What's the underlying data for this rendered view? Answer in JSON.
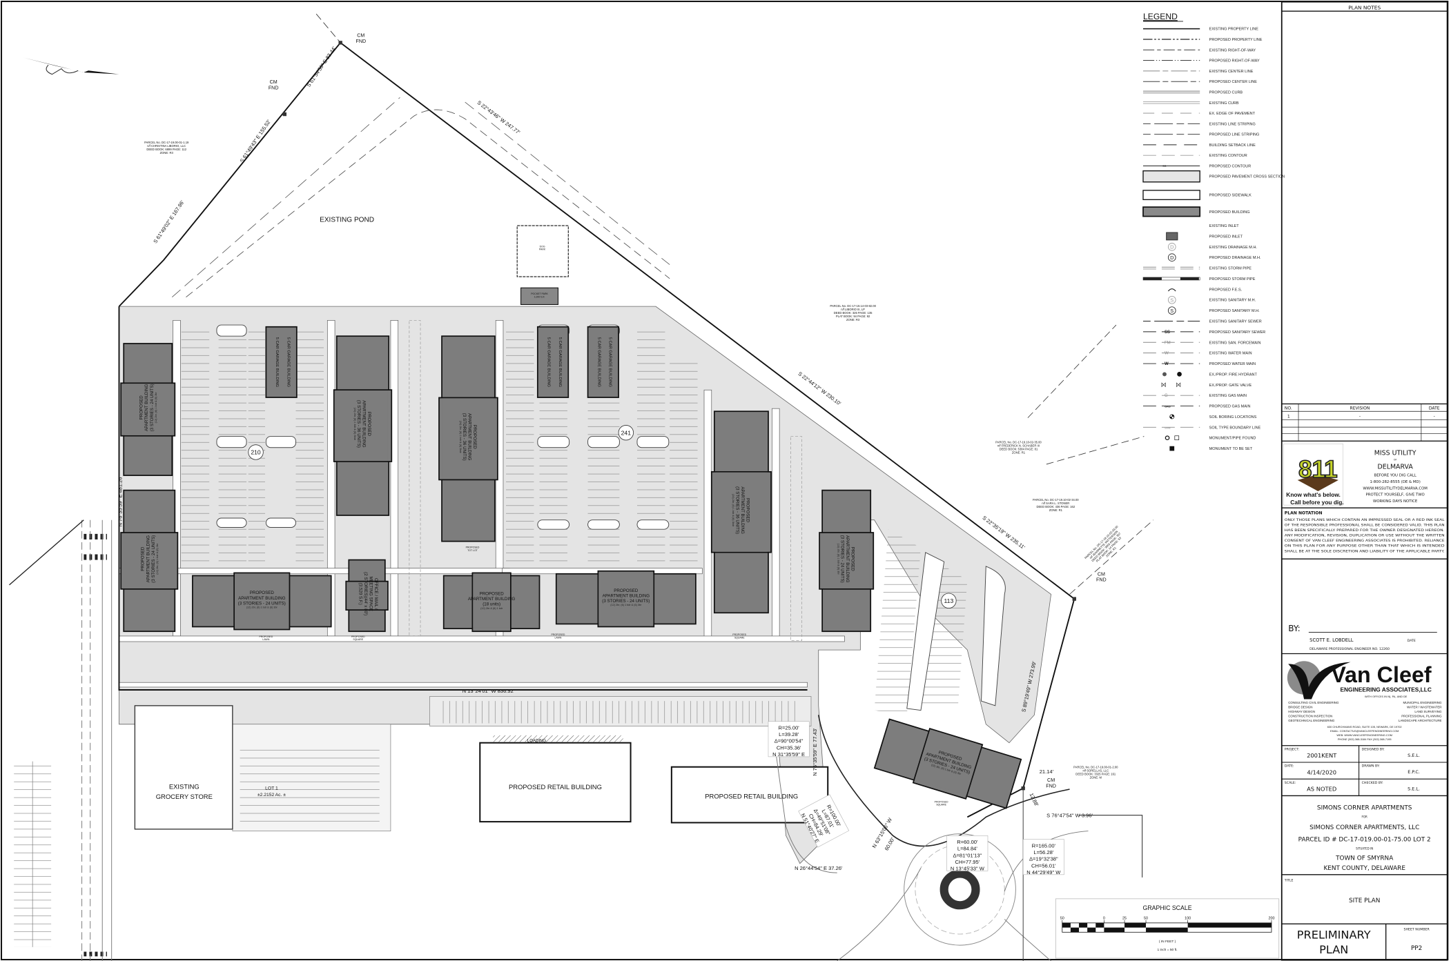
{
  "legend": {
    "title": "LEGEND",
    "items": [
      {
        "label": "EXISTING PROPERTY LINE",
        "symbol": "solid-thick"
      },
      {
        "label": "PROPOSED PROPERTY LINE",
        "symbol": "dash-dot-dot-thick"
      },
      {
        "label": "EXISTING RIGHT-OF-WAY",
        "symbol": "long-dash"
      },
      {
        "label": "PROPOSED RIGHT-OF-WAY",
        "symbol": "dash-dot-dot"
      },
      {
        "label": "EXISTING CENTER LINE",
        "symbol": "center-gray"
      },
      {
        "label": "PROPOSED CENTER LINE",
        "symbol": "center"
      },
      {
        "label": "PROPOSED CURB",
        "symbol": "double-gray"
      },
      {
        "label": "EXISTING CURB",
        "symbol": "double-light"
      },
      {
        "label": "EX. EDGE OF PAVEMENT",
        "symbol": "dash-gray"
      },
      {
        "label": "EXISTING LINE STRIPING",
        "symbol": "dash-dark"
      },
      {
        "label": "PROPOSED LINE STRIPING",
        "symbol": "dash-mid"
      },
      {
        "label": "BUILDING SETBACK LINE",
        "symbol": "dash-thin"
      },
      {
        "label": "EXISTING CONTOUR",
        "symbol": "contour-gray"
      },
      {
        "label": "PROPOSED CONTOUR",
        "symbol": "contour",
        "symbol_text": "66"
      },
      {
        "label": "PROPOSED PAVEMENT CROSS SECTION",
        "symbol": "box-light"
      },
      {
        "label": "PROPOSED SIDEWALK",
        "symbol": "box-sidewalk"
      },
      {
        "label": "PROPOSED BUILDING",
        "symbol": "box-dark"
      },
      {
        "label": "EXISTING INLET",
        "symbol": "none"
      },
      {
        "label": "PROPOSED INLET",
        "symbol": "inlet"
      },
      {
        "label": "EXISTING DRAINAGE M.H.",
        "symbol": "circle-letter-gray",
        "symbol_text": "D"
      },
      {
        "label": "PROPOSED DRAINAGE M.H.",
        "symbol": "circle-letter",
        "symbol_text": "D"
      },
      {
        "label": "EXISTING STORM PIPE",
        "symbol": "double-dash"
      },
      {
        "label": "PROPOSED STORM PIPE",
        "symbol": "storm-bar"
      },
      {
        "label": "PROPOSED F.E.S.",
        "symbol": "arc"
      },
      {
        "label": "EXISTING SANITARY M.H.",
        "symbol": "circle-letter-gray",
        "symbol_text": "S"
      },
      {
        "label": "PROPOSED SANITARY M.H.",
        "symbol": "circle-letter",
        "symbol_text": "S"
      },
      {
        "label": "EXISTING SANITARY SEWER",
        "symbol": "dash-dark"
      },
      {
        "label": "PROPOSED SANITARY SEWER",
        "symbol": "text-line",
        "symbol_text": "SS"
      },
      {
        "label": "EXISTING SAN. FORCEMAIN",
        "symbol": "text-line-gray",
        "symbol_text": "FM"
      },
      {
        "label": "EXISTING WATER MAIN",
        "symbol": "text-line-gray",
        "symbol_text": "W"
      },
      {
        "label": "PROPOSED WATER MAIN",
        "symbol": "text-line",
        "symbol_text": "W"
      },
      {
        "label": "EX./PROP. FIRE HYDRANT",
        "symbol": "hydrant"
      },
      {
        "label": "EX./PROP. GATE VALVE",
        "symbol": "gate-valve"
      },
      {
        "label": "EXISTING GAS MAIN",
        "symbol": "text-line-gray",
        "symbol_text": "G"
      },
      {
        "label": "PROPOSED GAS MAIN",
        "symbol": "text-line",
        "symbol_text": "GAS"
      },
      {
        "label": "SOIL BORING LOCATIONS",
        "symbol": "soil-boring"
      },
      {
        "label": "SOIL TYPE BOUNDARY LINE",
        "symbol": "text-line-gray",
        "symbol_text": "Soils"
      },
      {
        "label": "MONUMENT/PIPE FOUND",
        "symbol": "monument-found"
      },
      {
        "label": "MONUMENT TO BE SET",
        "symbol": "monument-set"
      }
    ]
  },
  "title_block": {
    "plan_notes": "PLAN NOTES",
    "revisions": {
      "headers": [
        "NO.",
        "REVISION",
        "DATE"
      ],
      "rows": [
        [
          "1",
          "-",
          "-"
        ]
      ]
    },
    "miss_utility": {
      "logo_number": "811",
      "logo_line1": "Know what's below.",
      "logo_line2": "Call before you dig.",
      "title": "MISS UTILITY",
      "of": "OF",
      "region": "DELMARVA",
      "lines": [
        "BEFORE YOU DIG CALL",
        "1-800-282-8555 (DE & MD)",
        "WWW.MISSUTILITYDELMARVA.COM",
        "PROTECT YOURSELF, GIVE TWO",
        "WORKING DAYS NOTICE"
      ]
    },
    "plan_notation": {
      "title": "PLAN NOTATION",
      "lines": [
        "ONLY THOSE PLANS WHICH CONTAIN AN IMPRESSED SEAL OR A RED INK SEAL",
        "OF THE RESPONSIBLE PROFESSIONAL SHALL BE CONSIDERED VALID. THIS PLAN",
        "HAS BEEN SPECIFICALLY PREPARED FOR THE OWNER DESIGNATED HEREON.",
        "ANY MODIFICATION, REVISION, DUPLICATION OR USE WITHOUT THE WRITTEN",
        "CONSENT OF VAN CLEEF ENGINEERING ASSOCIATES IS PROHIBITED. RELIANCE",
        "ON THIS PLAN FOR ANY PURPOSE OTHER THAN THAT WHICH IS INTENDED",
        "SHALL BE AT THE SOLE DISCRETION AND LIABILITY OF THE APPLICABLE PARTY."
      ]
    },
    "signature": {
      "by": "BY:",
      "name": "SCOTT E. LOBDELL",
      "date_label": "DATE",
      "license": "DELAWARE PROFESSIONAL ENGINEER NO. 12260"
    },
    "firm": {
      "name": "Van Cleef",
      "subtitle": "ENGINEERING ASSOCIATES,LLC",
      "offices": "WITH OFFICES IN NJ, PA, AND DE",
      "services_left": [
        "CONSULTING CIVIL ENGINEERING",
        "BRIDGE DESIGN",
        "HIGHWAY DESIGN",
        "CONSTRUCTION INSPECTION",
        "GEOTECHNICAL ENGINEERING"
      ],
      "services_right": [
        "MUNICIPAL ENGINEERING",
        "WATER / WASTEWATER",
        "LAND SURVEYING",
        "PROFESSIONAL PLANNING",
        "LANDSCAPE ARCHITECTURE"
      ],
      "address": [
        "630 CHURCHMANS ROAD, SUITE 105, NEWARK, DE 19702",
        "EMAIL: CONTACTUS@VANCLEEFENGINEERING.COM",
        "WEB: WWW.VANCLEEFENGINEERING.COM",
        "PHONE (302) 368-3184   FAX (302) 368-7195"
      ]
    },
    "project_fields": [
      {
        "label": "PROJECT:",
        "value": "2001KENT",
        "label2": "DESIGNED BY:",
        "value2": "S.E.L."
      },
      {
        "label": "DATE:",
        "value": "4/14/2020",
        "label2": "DRAWN BY:",
        "value2": "E.P.C."
      },
      {
        "label": "SCALE:",
        "value": "AS NOTED",
        "label2": "CHECKED BY:",
        "value2": "S.E.L."
      }
    ],
    "project": {
      "name": "SIMONS CORNER APARTMENTS",
      "for": "FOR",
      "owner": "SIMONS CORNER APARTMENTS, LLC",
      "parcel": "PARCEL ID # DC-17-019.00-01-75.00 LOT 2",
      "situated": "SITUATED IN",
      "town": "TOWN OF SMYRNA",
      "county": "KENT COUNTY, DELAWARE"
    },
    "title_label": "TITLE",
    "title": "SITE PLAN",
    "status_line1": "PRELIMINARY",
    "status_line2": "PLAN",
    "sheet_label": "SHEET NUMBER",
    "sheet": "PP2"
  },
  "plan": {
    "pond": "EXISTING POND",
    "dog_park": [
      "DOG",
      "PARK"
    ],
    "pocket_park": [
      "POCKET PARK",
      "1,000 S.F."
    ],
    "lots": [
      "210",
      "241",
      "113"
    ],
    "cm_fnd": [
      "CM",
      "FND"
    ],
    "buildings": [
      {
        "lines": [
          "PROPOSED",
          "APARTMENT BUILDING",
          "(3 STORIES - 24 UNITS)"
        ],
        "detail": "(12) 2br, (6) 1 bdr & (6) 3br"
      },
      {
        "lines": [
          "PROPOSED",
          "APARTMENT BUILDING",
          "(3 STORIES - 24 UNITS)"
        ],
        "detail": "(12) 2br, (6) 1 bdr & (6) 3br"
      },
      {
        "lines": [
          "PROPOSED",
          "APARTMENT BUILDING",
          "(3 STORIES - 36 UNITS)"
        ],
        "detail": "(24) 2br, (6) 1 bdr & (6) 3bdr"
      },
      {
        "lines": [
          "OFFICE / MAIL /",
          "MEETING SPACE",
          "(2 STORIES)(44' x 80')",
          "(3,520 S.F.)"
        ],
        "detail": ""
      },
      {
        "lines": [
          "PROPOSED",
          "APARTMENT BUILDING",
          "(3 STORIES - 24 UNITS)"
        ],
        "detail": "(12) 2br, (6) 1 bdr & (6) 3br"
      },
      {
        "lines": [
          "PROPOSED",
          "APARTMENT BUILDING",
          "(3 STORIES - 36 UNITS)"
        ],
        "detail": "(24) 2br, (6) 1 bdr & (6) 3bdr"
      },
      {
        "lines": [
          "PROPOSED",
          "APARTMENT BUILDING",
          "(18 units)"
        ],
        "detail": "(12) 2br & (6) 1 bdr"
      },
      {
        "lines": [
          "PROPOSED",
          "APARTMENT BUILDING",
          "(3 STORIES - 24 UNITS)"
        ],
        "detail": "(12) 2br, (6) 1 bdr & (6) 3br"
      },
      {
        "lines": [
          "PROPOSED",
          "APARTMENT BUILDING",
          "(3 STORIES - 36 UNITS)"
        ],
        "detail": "(24) 2br, (6) 1 bdr & (6) 3bdr"
      },
      {
        "lines": [
          "PROPOSED",
          "APARTMENT BUILDING",
          "(3 STORIES - 24 UNITS)"
        ],
        "detail": "(12) 2br, (6) 1 bdr & (6) 3br"
      },
      {
        "lines": [
          "PROPOSED",
          "APARTMENT BUILDING",
          "(3 STORIES - 24 UNITS)"
        ],
        "detail": "(12) 2br, (6) 1 bdr & (6) 3br"
      }
    ],
    "garage": [
      "5 CAR GARAGE BUILDING",
      "5 CAR GARAGE BUILDING"
    ],
    "retail": "PROPOSED RETAIL BUILDING",
    "loading": "LOADING",
    "grocery": [
      "EXISTING",
      "GROCERY STORE"
    ],
    "lot1": [
      "LOT 1",
      "±2.2152 Ac. ±"
    ],
    "lawn": [
      "PROPOSED",
      "LAWN"
    ],
    "square": [
      "PROPOSED",
      "SQUARE"
    ],
    "tot_lot": [
      "PROPOSED",
      "TOT LOT"
    ],
    "parcels": [
      [
        "PARCEL No. DC-17-19.00-01-1.19",
        "n/f CHRISTINA LIBORIO, LLC",
        "DEED BOOK: 6899 PAGE: 112",
        "ZONE: R3"
      ],
      [
        "PARCEL No. DC-17-19.14-03-82.00",
        "n/f LIBORIO III, LP",
        "DEED BOOK: 325 PAGE: 135",
        "PLAT BOOK: 94 PAGE: 92",
        "ZONE: R3"
      ],
      [
        "PARCEL No. DC-17-19.10-02-35.00",
        "n/f FREDERICK N. SCHABER III",
        "DEED BOOK: 5384 PAGE: 81",
        "ZONE: R1"
      ],
      [
        "PARCEL No. DC-17-19.10-02-34.00",
        "n/f SARA L. STONER",
        "DEED BOOK: 436 PAGE: 162",
        "ZONE: R1"
      ],
      [
        "PARCEL No. DC-17-19.10-02-33.00",
        "n/f JEANNETTE PATTERSON",
        "DEED BOOK: 3955 PAGE: 307",
        "PLAT BOOK: 14 PAGE: 53",
        "ZONE: R1"
      ],
      [
        "PARCEL No. DC-17-19.00-01-2.00",
        "n/f SORELLAS, LLC",
        "DEED BOOK: 3325 PAGE: 161",
        "ZONE: M"
      ]
    ],
    "bearings": [
      "S 61°54'50\" E 83.44'",
      "S 61°49'43\" E 155.52'",
      "S 61°49'02\" E 167.96'",
      "S 22°43'46\" W 247.77'",
      "S 22°44'12\" W 230.10'",
      "S 22°35'19\" W 235.11'",
      "S 89°19'49\" W 273.99'",
      "N 76°35'59\" E 481.26'",
      "N 13°24'01\" W 836.92'",
      "N 76°35'59\" E 77.43'",
      "N 26°44'54\" E 37.26'",
      "S 76°47'54\" W 3.96'",
      "N 63°15'06\" W",
      "60.00'",
      "21.14'",
      "12.88'"
    ],
    "curves": [
      [
        "R=25.00'",
        "L=39.28'",
        "Δ=90°00'54\"",
        "CH=35.36'",
        "N 31°35'59\" E"
      ],
      [
        "R=100.00'",
        "L=87.01'",
        "Δ=49°51'08\"",
        "CH=84.29'",
        "N 51°40'27\" E"
      ],
      [
        "R=60.00'",
        "L=84.84'",
        "Δ=81°01'13\"",
        "CH=77.95'",
        "N 13°45'33\" W"
      ],
      [
        "R=165.00'",
        "L=56.28'",
        "Δ=19°32'38\"",
        "CH=56.01'",
        "N 44°29'49\" W"
      ]
    ],
    "graphic_scale": {
      "title": "GRAPHIC SCALE",
      "ticks": [
        "50",
        "0",
        "25",
        "50",
        "100",
        "200"
      ],
      "units": "( IN FEET )",
      "ratio": "1 inch = 50 ft."
    }
  }
}
